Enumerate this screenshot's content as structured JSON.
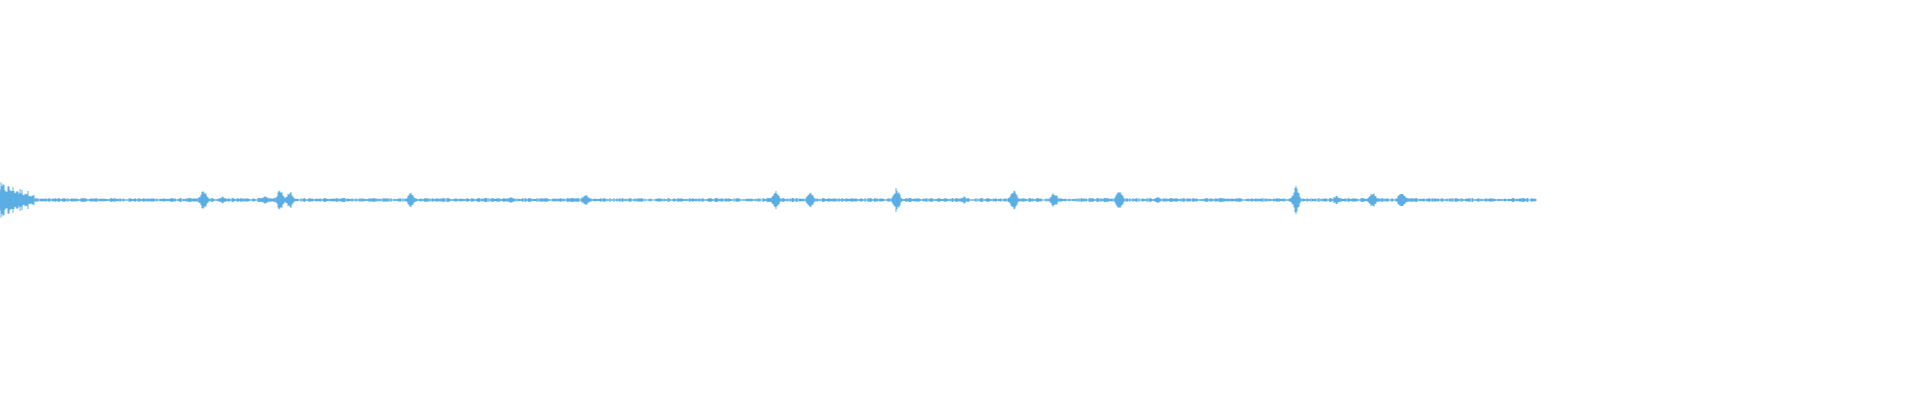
{
  "colors": {
    "background": "#ffffff",
    "waveform": "#5aaee3"
  },
  "waveform": {
    "duration_fraction": 0.8,
    "baseline_fraction": 0.5,
    "noise_amplitude": 0.004,
    "intro": {
      "end": 0.018,
      "amplitude": 0.045
    },
    "spikes": [
      {
        "pos": 0.106,
        "amp": 0.03
      },
      {
        "pos": 0.116,
        "amp": 0.01
      },
      {
        "pos": 0.138,
        "amp": 0.012
      },
      {
        "pos": 0.146,
        "amp": 0.032
      },
      {
        "pos": 0.151,
        "amp": 0.026
      },
      {
        "pos": 0.214,
        "amp": 0.02
      },
      {
        "pos": 0.266,
        "amp": 0.008
      },
      {
        "pos": 0.305,
        "amp": 0.018
      },
      {
        "pos": 0.404,
        "amp": 0.024
      },
      {
        "pos": 0.422,
        "amp": 0.022
      },
      {
        "pos": 0.467,
        "amp": 0.034
      },
      {
        "pos": 0.502,
        "amp": 0.01
      },
      {
        "pos": 0.528,
        "amp": 0.028
      },
      {
        "pos": 0.549,
        "amp": 0.022
      },
      {
        "pos": 0.583,
        "amp": 0.03
      },
      {
        "pos": 0.603,
        "amp": 0.008
      },
      {
        "pos": 0.675,
        "amp": 0.038
      },
      {
        "pos": 0.696,
        "amp": 0.012
      },
      {
        "pos": 0.715,
        "amp": 0.022
      },
      {
        "pos": 0.73,
        "amp": 0.026
      }
    ]
  }
}
